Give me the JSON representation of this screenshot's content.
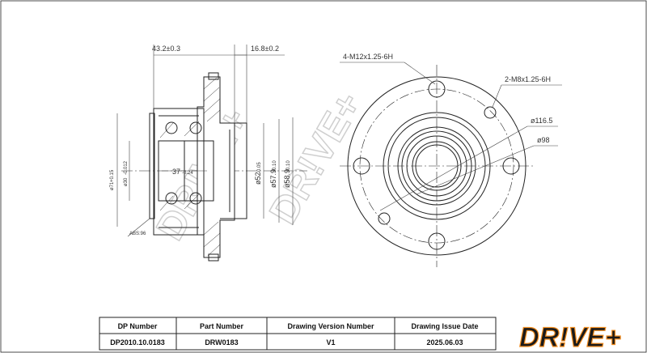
{
  "drawing": {
    "side_view": {
      "dim_width_total": "43.2±0.3",
      "dim_flange_offset": "16.8±0.2",
      "dia_outer_bearing": "ø71",
      "dia_outer_bearing_tol": "+0.15",
      "dia_outer_bearing_tol2": "0",
      "dia_inner_bore": "ø30",
      "dia_inner_bore_tol": "-0.012",
      "dia_inner_bore_tol2": "0",
      "bearing_width": "37",
      "bearing_width_tol": "-0.24",
      "dia_pilot_1": "ø52",
      "dia_pilot_1_tol": "-0.05",
      "dia_pilot_1_tol2": "0",
      "dia_pilot_2": "ø57.9",
      "dia_pilot_2_tol": "-0.10",
      "dia_pilot_2_tol2": "0",
      "dia_pilot_3": "ø58.9",
      "dia_pilot_3_tol": "-0.10",
      "dia_pilot_3_tol2": "0",
      "abs_label": "ABS:96"
    },
    "front_view": {
      "thread_main": "4-M12x1.25-6H",
      "thread_aux": "2-M8x1.25-6H",
      "pcd_outer": "ø116.5",
      "pcd_inner": "ø98"
    },
    "watermark": "DR!VE+"
  },
  "title_block": {
    "headers": [
      "DP Number",
      "Part Number",
      "Drawing Version Number",
      "Drawing Issue Date"
    ],
    "values": [
      "DP2010.10.0183",
      "DRW0183",
      "V1",
      "2025.06.03"
    ]
  },
  "logo": {
    "text": "DR!VE+",
    "accent": "#f28c1e",
    "dark": "#1a1a1a"
  }
}
